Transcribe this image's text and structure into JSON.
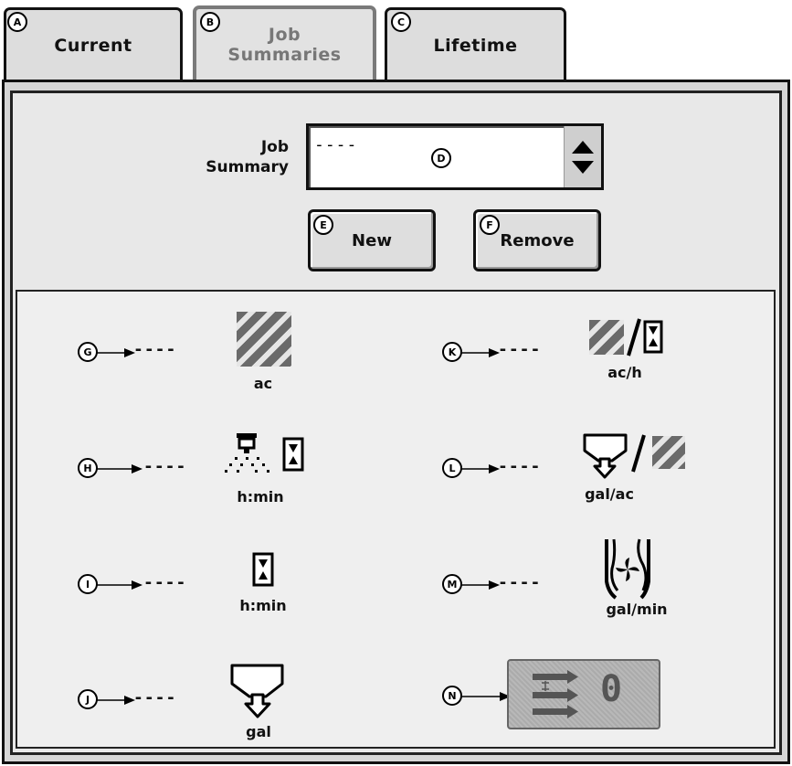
{
  "tabs": [
    {
      "callout": "A",
      "label": "Current"
    },
    {
      "callout": "B",
      "label_line1": "Job",
      "label_line2": "Summaries"
    },
    {
      "callout": "C",
      "label": "Lifetime"
    }
  ],
  "job_summary": {
    "label_line1": "Job",
    "label_line2": "Summary",
    "value": "----",
    "callout": "D"
  },
  "buttons": {
    "new": {
      "callout": "E",
      "label": "New"
    },
    "remove": {
      "callout": "F",
      "label": "Remove"
    }
  },
  "readouts": [
    {
      "callout": "G",
      "value": "----",
      "unit": "ac",
      "icon": "area-icon"
    },
    {
      "callout": "H",
      "value": "----",
      "unit": "h:min",
      "icon": "spraying-time-icon"
    },
    {
      "callout": "I",
      "value": "----",
      "unit": "h:min",
      "icon": "hourglass-icon"
    },
    {
      "callout": "J",
      "value": "----",
      "unit": "gal",
      "icon": "tank-volume-icon"
    },
    {
      "callout": "K",
      "value": "----",
      "unit": "ac/h",
      "icon": "area-per-hour-icon"
    },
    {
      "callout": "L",
      "value": "----",
      "unit": "gal/ac",
      "icon": "volume-per-area-icon"
    },
    {
      "callout": "M",
      "value": "----",
      "unit": "gal/min",
      "icon": "flow-meter-icon"
    },
    {
      "callout": "N",
      "value": "0",
      "icon": "section-count-icon"
    }
  ]
}
